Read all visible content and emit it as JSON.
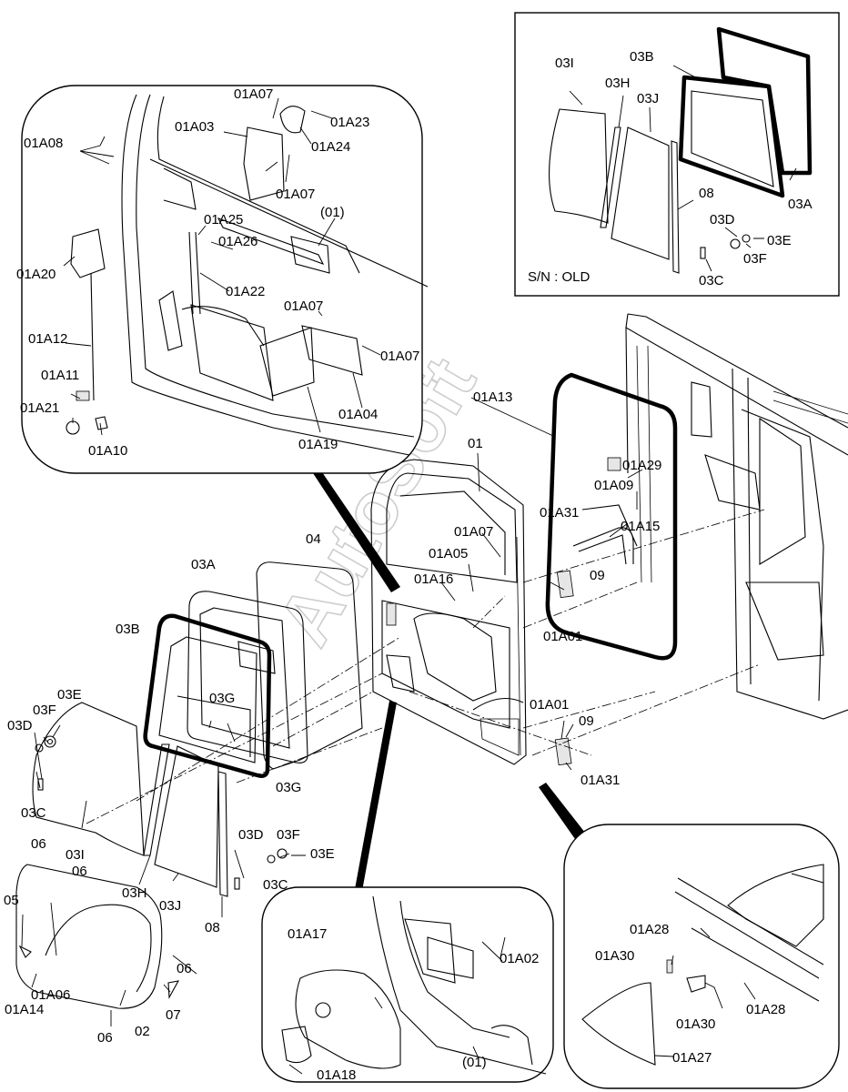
{
  "watermark": "AutoSoft",
  "old_serial_note": "S/N : OLD",
  "labels": {
    "l01": "01",
    "l01_sub1": "(01)",
    "l01_sub2": "(01)",
    "l01A01_a": "01A01",
    "l01A01_b": "01A01",
    "l01A02": "01A02",
    "l01A03": "01A03",
    "l01A04": "01A04",
    "l01A05": "01A05",
    "l01A06": "01A06",
    "l01A07_a": "01A07",
    "l01A07_b": "01A07",
    "l01A07_c": "01A07",
    "l01A07_d": "01A07",
    "l01A07_e": "01A07",
    "l01A08": "01A08",
    "l01A09": "01A09",
    "l01A10": "01A10",
    "l01A11": "01A11",
    "l01A12": "01A12",
    "l01A13": "01A13",
    "l01A14": "01A14",
    "l01A15": "01A15",
    "l01A16": "01A16",
    "l01A17": "01A17",
    "l01A18": "01A18",
    "l01A19": "01A19",
    "l01A20": "01A20",
    "l01A21": "01A21",
    "l01A22": "01A22",
    "l01A23": "01A23",
    "l01A24": "01A24",
    "l01A25": "01A25",
    "l01A26": "01A26",
    "l01A27": "01A27",
    "l01A28_a": "01A28",
    "l01A28_b": "01A28",
    "l01A29": "01A29",
    "l01A30_a": "01A30",
    "l01A30_b": "01A30",
    "l01A31_a": "01A31",
    "l01A31_b": "01A31",
    "l02": "02",
    "l04": "04",
    "l05": "05",
    "l06_a": "06",
    "l06_b": "06",
    "l06_c": "06",
    "l06_d": "06",
    "l07": "07",
    "l08_a": "08",
    "l08_b": "08",
    "l09_a": "09",
    "l09_b": "09",
    "l03A_a": "03A",
    "l03A_b": "03A",
    "l03B_a": "03B",
    "l03B_b": "03B",
    "l03C_a": "03C",
    "l03C_b": "03C",
    "l03C_c": "03C",
    "l03D_a": "03D",
    "l03D_b": "03D",
    "l03D_c": "03D",
    "l03E_a": "03E",
    "l03E_b": "03E",
    "l03E_c": "03E",
    "l03F_a": "03F",
    "l03F_b": "03F",
    "l03F_c": "03F",
    "l03G_a": "03G",
    "l03G_b": "03G",
    "l03H_a": "03H",
    "l03H_b": "03H",
    "l03I_a": "03I",
    "l03I_b": "03I",
    "l03J_a": "03J",
    "l03J_b": "03J"
  }
}
